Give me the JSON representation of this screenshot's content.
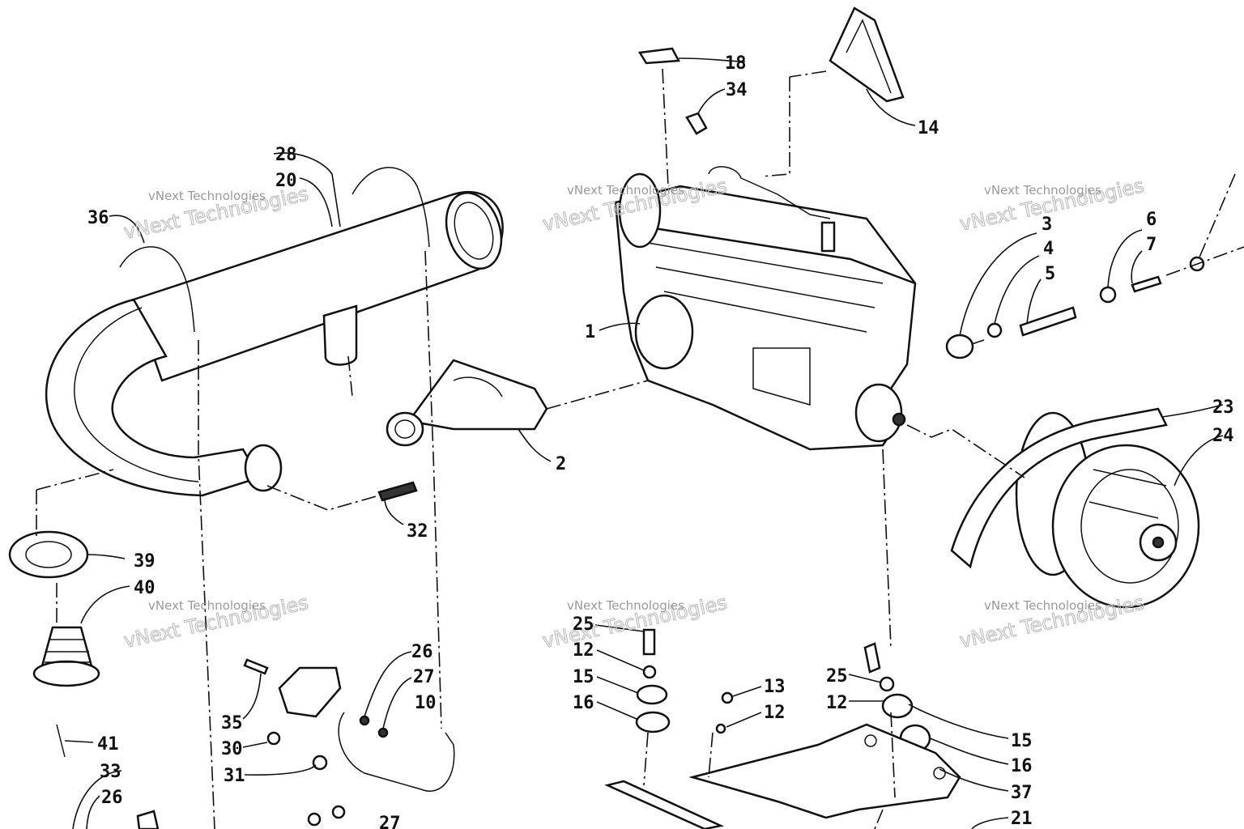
{
  "watermark": {
    "line1": "vNext Technologies",
    "line2": "vNext Technologies"
  },
  "callouts": {
    "c1": "1",
    "c2": "2",
    "c3": "3",
    "c4": "4",
    "c5": "5",
    "c6": "6",
    "c7": "7",
    "c10": "10",
    "c12a": "12",
    "c12b": "12",
    "c12c": "12",
    "c13": "13",
    "c14": "14",
    "c15a": "15",
    "c15b": "15",
    "c16a": "16",
    "c16b": "16",
    "c18": "18",
    "c20": "20",
    "c21": "21",
    "c23": "23",
    "c24": "24",
    "c25a": "25",
    "c25b": "25",
    "c26a": "26",
    "c26b": "26",
    "c27a": "27",
    "c27b": "27",
    "c28": "28",
    "c30": "30",
    "c31": "31",
    "c32": "32",
    "c33": "33",
    "c34": "34",
    "c35": "35",
    "c36": "36",
    "c37": "37",
    "c39": "39",
    "c40": "40",
    "c41": "41"
  }
}
